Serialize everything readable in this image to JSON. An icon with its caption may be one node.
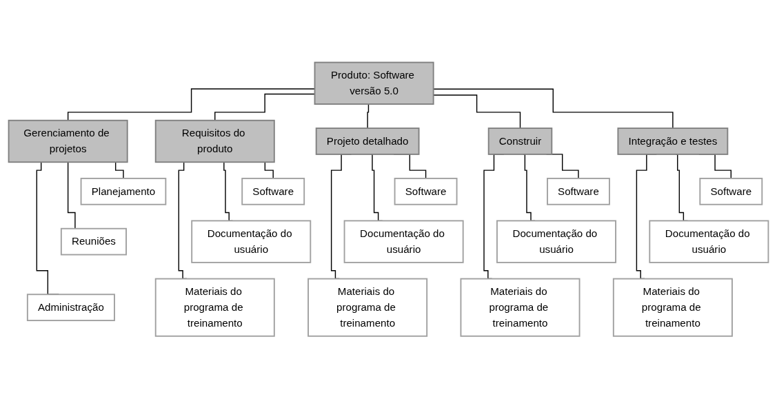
{
  "diagram": {
    "nodes": [
      {
        "text": [
          "Produto: Software versão 5.0"
        ]
      },
      {
        "text": [
          "Gerenciamento de projetos"
        ]
      },
      {
        "text": [
          "Requisitos do produto"
        ]
      },
      {
        "text": [
          "Projeto detalhado"
        ]
      },
      {
        "text": [
          "Construir"
        ]
      },
      {
        "text": [
          "Integração e testes"
        ]
      },
      {
        "text": [
          "Planejamento"
        ]
      },
      {
        "text": [
          "Reuniões"
        ]
      },
      {
        "text": [
          "Administração"
        ]
      },
      {
        "text": [
          "Software"
        ]
      },
      {
        "text": [
          "Documentação do usuário"
        ]
      },
      {
        "text": [
          "Materiais do programa de treinamento"
        ]
      },
      {
        "text": [
          "Software"
        ]
      },
      {
        "text": [
          "Documentação do usuário"
        ]
      },
      {
        "text": [
          "Materiais do programa de treinamento"
        ]
      },
      {
        "text": [
          "Software"
        ]
      },
      {
        "text": [
          "Documentação do usuário"
        ]
      },
      {
        "text": [
          "Materiais do programa de treinamento"
        ]
      },
      {
        "text": [
          "Software"
        ]
      },
      {
        "text": [
          "Documentação do usuário"
        ]
      },
      {
        "text": [
          "Materiais do programa de treinamento"
        ]
      }
    ],
    "edges": [
      {
        "from": 0,
        "to": 1,
        "arrow": "none"
      },
      {
        "from": 0,
        "to": 2,
        "arrow": "none"
      },
      {
        "from": 0,
        "to": 3,
        "arrow": "none"
      },
      {
        "from": 0,
        "to": 4,
        "arrow": "none"
      },
      {
        "from": 0,
        "to": 5,
        "arrow": "none"
      },
      {
        "from": 1,
        "to": 6,
        "arrow": "none"
      },
      {
        "from": 1,
        "to": 7,
        "arrow": "none"
      },
      {
        "from": 1,
        "to": 8,
        "arrow": "none"
      },
      {
        "from": 2,
        "to": 9,
        "arrow": "none"
      },
      {
        "from": 2,
        "to": 10,
        "arrow": "none"
      },
      {
        "from": 2,
        "to": 11,
        "arrow": "none"
      },
      {
        "from": 3,
        "to": 12,
        "arrow": "none"
      },
      {
        "from": 3,
        "to": 13,
        "arrow": "none"
      },
      {
        "from": 3,
        "to": 14,
        "arrow": "none"
      },
      {
        "from": 4,
        "to": 15,
        "arrow": "none"
      },
      {
        "from": 4,
        "to": 16,
        "arrow": "none"
      },
      {
        "from": 4,
        "to": 17,
        "arrow": "none"
      },
      {
        "from": 5,
        "to": 18,
        "arrow": "none"
      },
      {
        "from": 5,
        "to": 19,
        "arrow": "none"
      },
      {
        "from": 5,
        "to": 20,
        "arrow": "none"
      }
    ]
  }
}
